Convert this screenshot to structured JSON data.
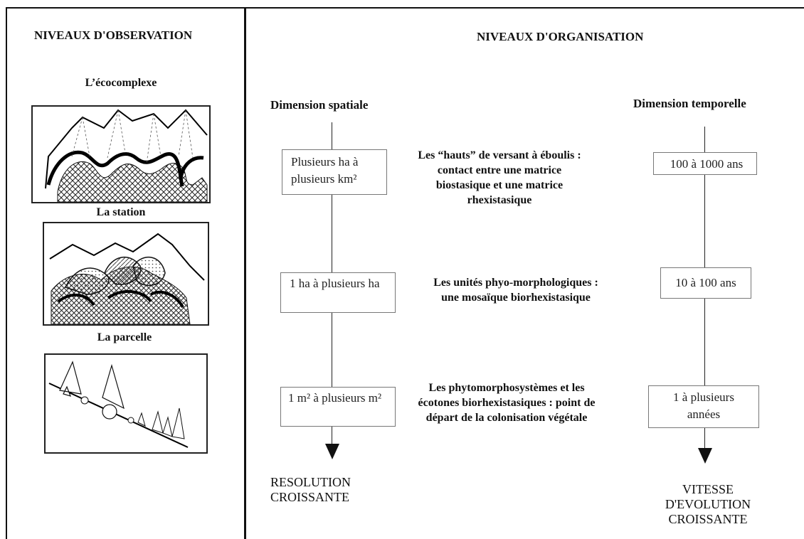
{
  "left_panel": {
    "title": "NIVEAUX D'OBSERVATION",
    "levels": [
      {
        "label": "L’écocomplexe"
      },
      {
        "label": "La station"
      },
      {
        "label": "La parcelle"
      }
    ]
  },
  "right_panel": {
    "title": "NIVEAUX D'ORGANISATION",
    "spatial": {
      "heading": "Dimension spatiale",
      "boxes": [
        "Plusieurs ha à plusieurs km²",
        "1 ha  à plusieurs ha",
        "1 m² à plusieurs m²"
      ],
      "arrow_label": [
        "RESOLUTION",
        "CROISSANTE"
      ]
    },
    "descriptions": [
      "Les “hauts” de versant à éboulis  : contact entre une matrice biostasique et une matrice rhexistasique",
      "Les unités phyo-morphologiques : une mosaïque biorhexistasique",
      "Les phytomorphosystèmes et les écotones biorhexistasiques : point de départ de la colonisation végétale"
    ],
    "temporal": {
      "heading": "Dimension temporelle",
      "boxes": [
        "100 à 1000 ans",
        "10 à 100 ans",
        "1 à plusieurs années"
      ],
      "arrow_label": [
        "VITESSE",
        "D'EVOLUTION",
        "CROISSANTE"
      ]
    }
  }
}
